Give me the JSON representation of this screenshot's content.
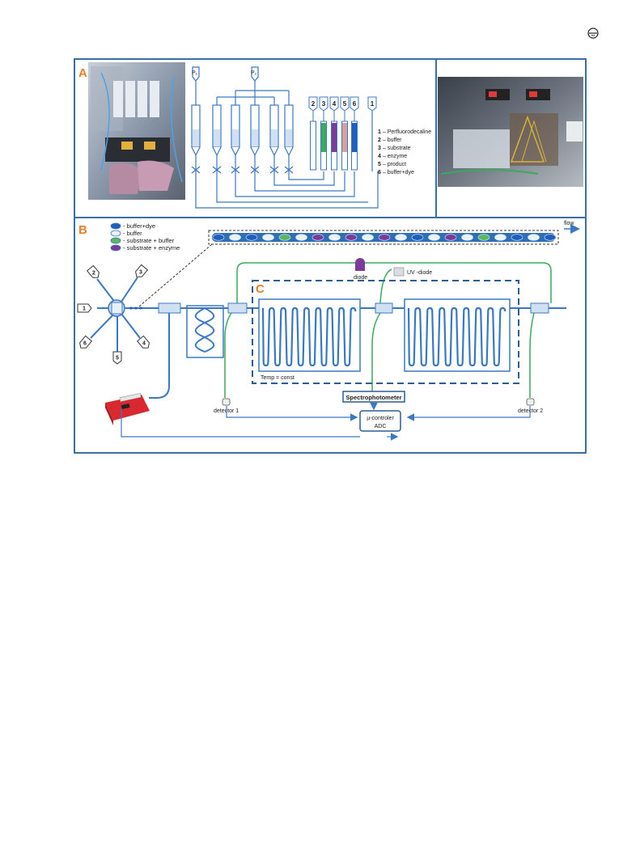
{
  "page": {
    "icon": "page-corner-icon"
  },
  "colors": {
    "frame": "#3a6ea5",
    "pipe": "#3b78c4",
    "fiber": "#3aaa5c",
    "panel_label": "#f07c2a",
    "dye": "#1f5fbf",
    "buffer": "#eaf2fb",
    "substrate_buffer": "#5cb85c",
    "substrate_enzyme": "#7a3b9a",
    "product": "#d9a0a0",
    "pump": "#d9282f"
  },
  "panelA": {
    "label": "A",
    "pressure_left": "P₁",
    "pressure_right": "P₂",
    "tube_numbers": [
      "2",
      "3",
      "4",
      "5",
      "6",
      "1"
    ],
    "legend": [
      {
        "num": "1",
        "text": " – Perfluorodecaline"
      },
      {
        "num": "2",
        "text": " – buffer"
      },
      {
        "num": "3",
        "text": " – substrate"
      },
      {
        "num": "4",
        "text": " – enzyme"
      },
      {
        "num": "5",
        "text": " – product"
      },
      {
        "num": "6",
        "text": " – buffer+dye"
      }
    ]
  },
  "panelB": {
    "label": "B",
    "legend": [
      {
        "text": " - buffer+dye",
        "color": "#1f5fbf"
      },
      {
        "text": " - buffer",
        "color": "#eaf2fb"
      },
      {
        "text": " - substrate + buffer",
        "color": "#5cb85c"
      },
      {
        "text": " - substrate + enzyme",
        "color": "#7a3b9a"
      }
    ],
    "flow_label": "flow",
    "droplets": [
      "dye",
      "buffer",
      "dye",
      "buffer",
      "green",
      "buffer",
      "purple",
      "buffer",
      "purple",
      "buffer",
      "purple",
      "buffer",
      "dye",
      "buffer",
      "purple",
      "buffer",
      "green",
      "buffer",
      "dye",
      "buffer",
      "dye"
    ],
    "valve_ports": [
      "1",
      "2",
      "3",
      "4",
      "5",
      "6"
    ],
    "detector1": "detector 1",
    "detector2": "detector 2",
    "controller_line1": "µ-controler",
    "controller_line2": "ADC"
  },
  "panelC": {
    "label": "C",
    "diode": "diode",
    "uv_diode": "UV -diode",
    "temp": "Temp = const",
    "spectro": "Spectrophotometer"
  }
}
